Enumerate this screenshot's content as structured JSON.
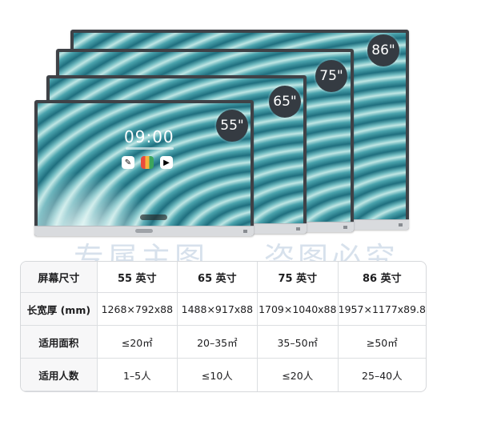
{
  "displays": [
    {
      "size_label": "86\""
    },
    {
      "size_label": "75\""
    },
    {
      "size_label": "65\""
    },
    {
      "size_label": "55\""
    }
  ],
  "front_screen": {
    "clock": "09:00"
  },
  "watermark": {
    "left": "专属主图",
    "right": "盗图必究"
  },
  "spec_table": {
    "header": {
      "label": "屏幕尺寸",
      "sizes": [
        "55 英寸",
        "65 英寸",
        "75 英寸",
        "86 英寸"
      ]
    },
    "rows": [
      {
        "label": "长宽厚 (mm)",
        "values": [
          "1268×792x88",
          "1488×917x88",
          "1709×1040x88",
          "1957×1177x89.8"
        ]
      },
      {
        "label": "适用面积",
        "values": [
          "≤20㎡",
          "20–35㎡",
          "35–50㎡",
          "≥50㎡"
        ]
      },
      {
        "label": "适用人数",
        "values": [
          "1–5人",
          "≤10人",
          "≤20人",
          "25–40人"
        ]
      }
    ]
  }
}
